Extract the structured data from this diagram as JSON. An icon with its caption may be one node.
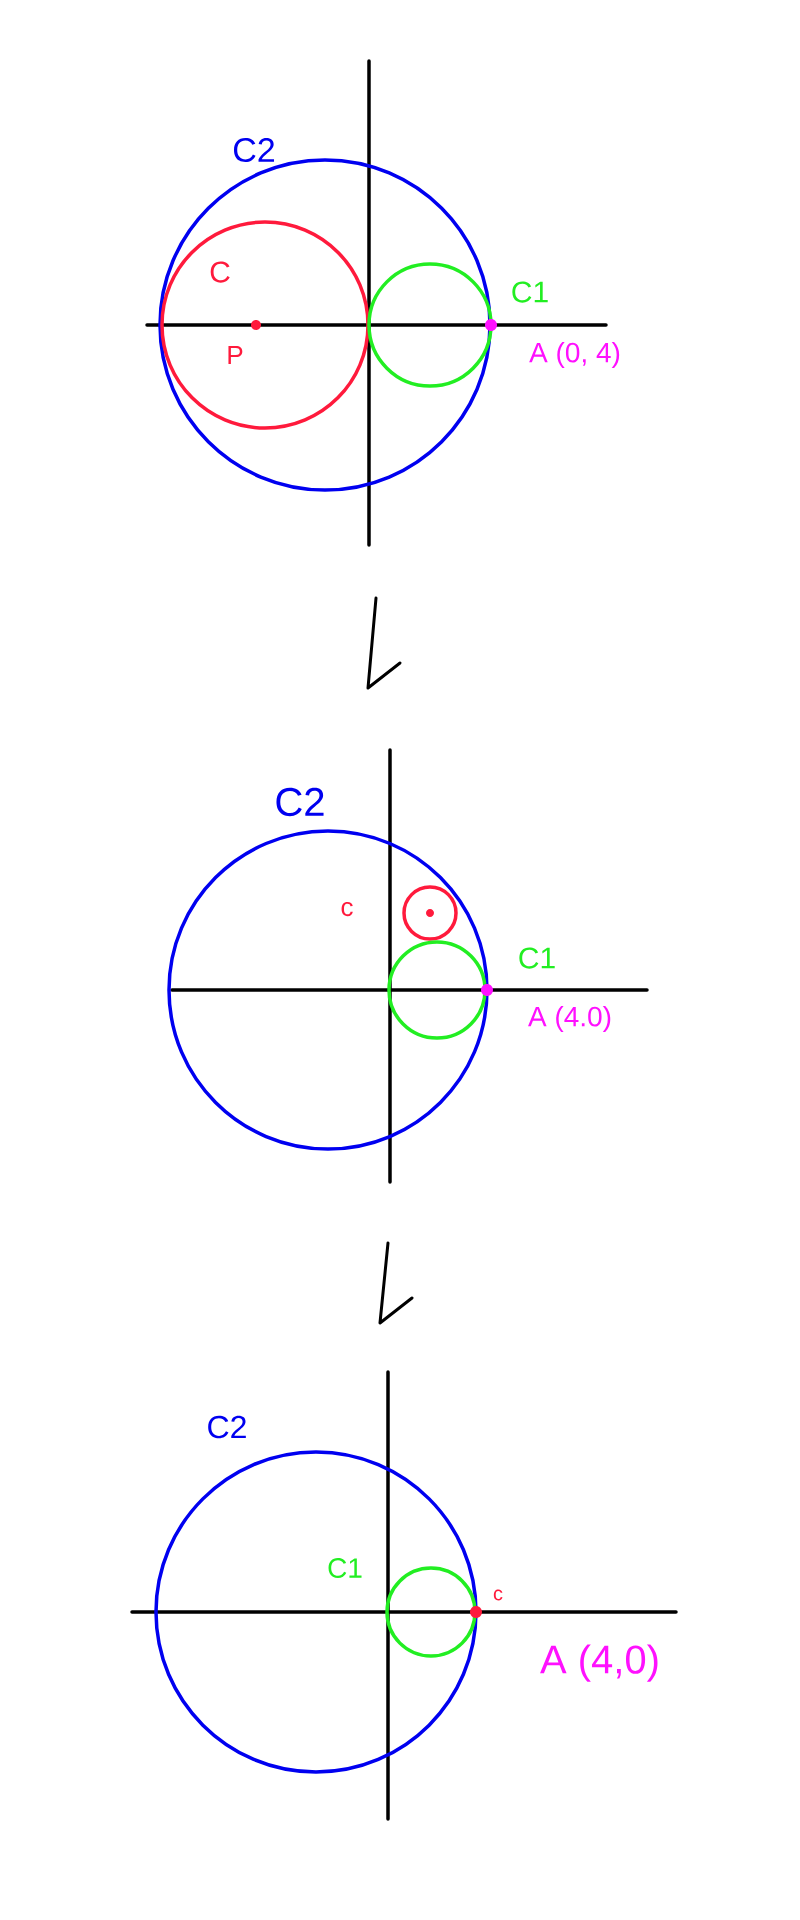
{
  "diagram": {
    "labels": [
      "C2",
      "C",
      "P",
      "C1",
      "A (0, 4)",
      "C2",
      "c",
      "C1",
      "A (4.0)",
      "C2",
      "C1",
      "c",
      "A (4,0)"
    ]
  }
}
